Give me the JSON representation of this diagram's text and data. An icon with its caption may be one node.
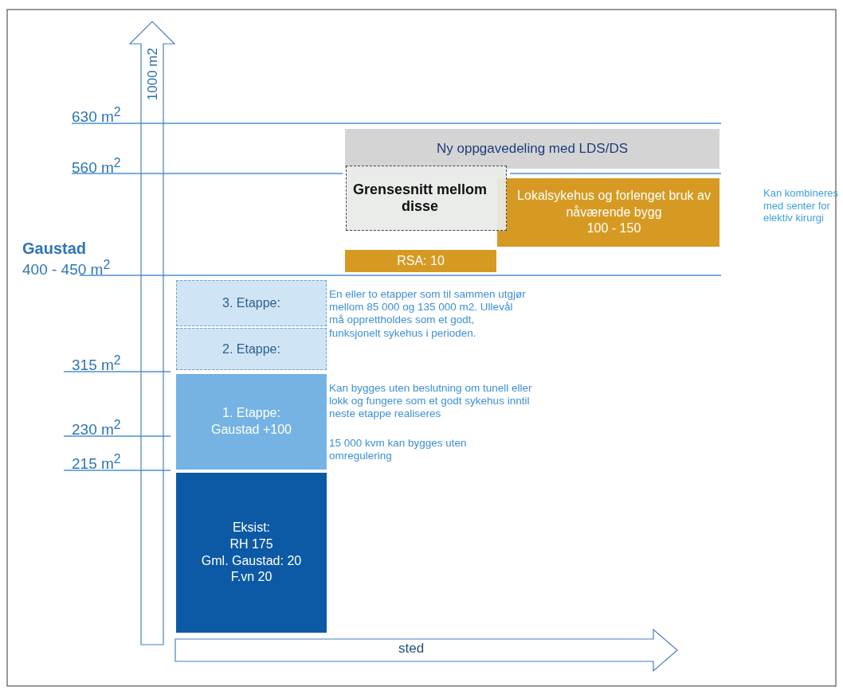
{
  "diagram": {
    "nodes": [
      {
        "text": [
          "Ny oppgavedeling med LDS/DS"
        ]
      },
      {
        "text": [
          "Grensesnitt mellom disse"
        ]
      },
      {
        "text": [
          "Lokalsykehus og forlenget bruk av nåværende bygg",
          "100 - 150"
        ]
      },
      {
        "text": [
          "RSA: 10"
        ]
      },
      {
        "text": [
          "3. Etappe:"
        ]
      },
      {
        "text": [
          "2. Etappe:"
        ]
      },
      {
        "text": [
          "1. Etappe:",
          "Gaustad +100"
        ]
      },
      {
        "text": [
          "Eksist:",
          "RH 175",
          "Gml. Gaustad: 20",
          "F.vn 20"
        ]
      }
    ],
    "edges": [],
    "labels": [
      "1000 m2",
      "630 m$^{2}$",
      "560 m$^{2}$",
      "Gaustad",
      "400 - 450 m$^{2}$",
      "Kan kombineres med senter for elektiv kirurgi",
      "En eller to etapper som til sammen utgjør mellom 85 000 og 135 000 m2. Ullevål må opprettholdes som et godt, funksjonelt sykehus i perioden.",
      "315 m$^{2}$",
      "Kan bygges uten beslutning om tunell eller lokk og fungere som et godt sykehus inntil neste etappe realiseres",
      "230 m$^{2}$",
      "15 000 kvm kan bygges uten omregulering",
      "215 m$^{2}$",
      "sted"
    ]
  }
}
